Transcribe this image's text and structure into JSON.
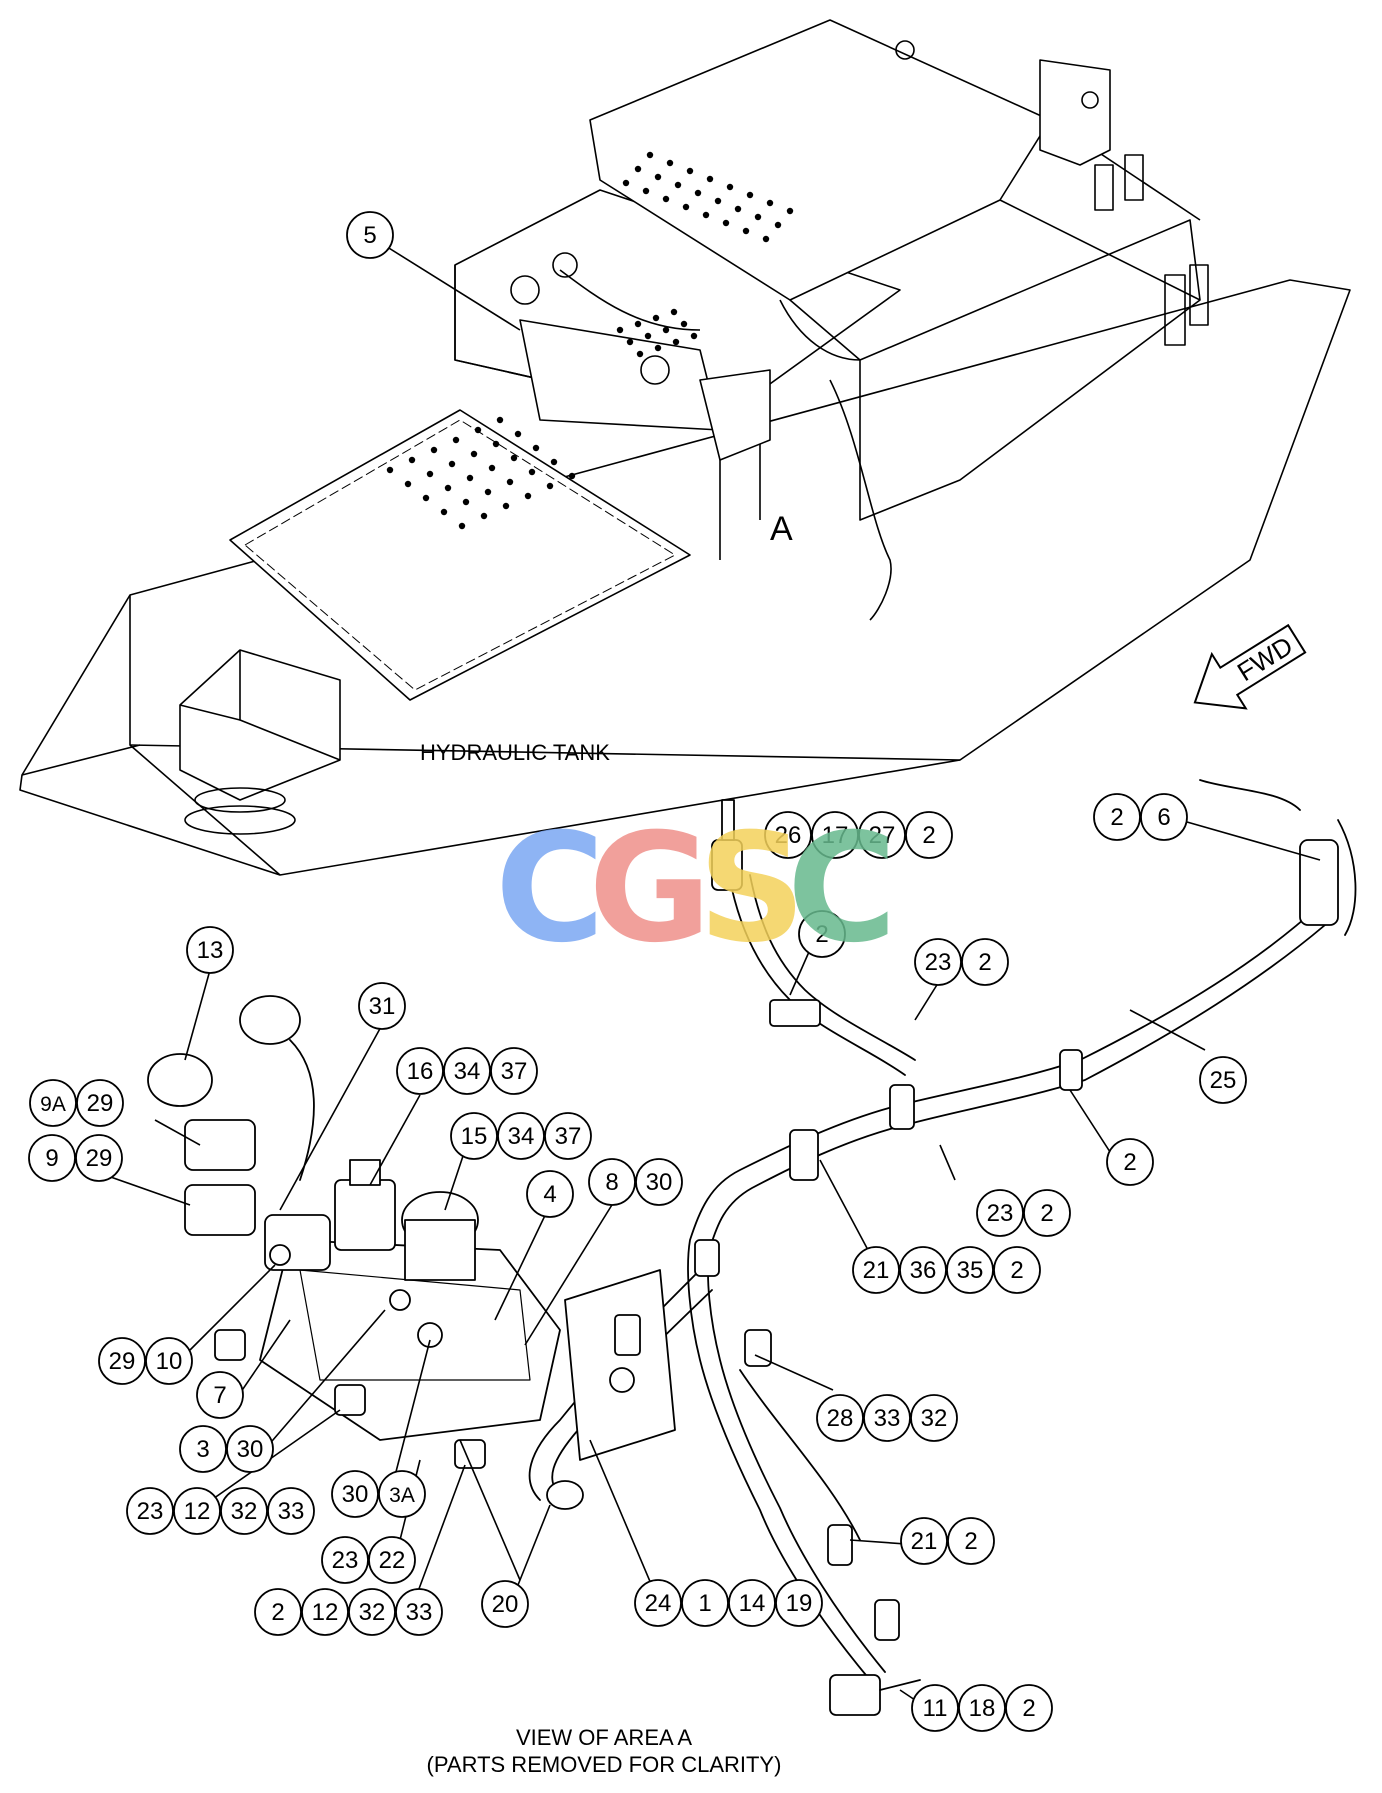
{
  "texts": {
    "tank_label": "HYDRAULIC TANK",
    "area_letter": "A",
    "fwd": "FWD",
    "view_title": "VIEW OF AREA A",
    "view_subtitle": "(PARTS REMOVED FOR CLARITY)"
  },
  "watermark": {
    "letters": [
      "C",
      "G",
      "S",
      "C"
    ],
    "colors": [
      "#7aa7f2",
      "#ef8f8a",
      "#f3d15b",
      "#66b88d"
    ]
  },
  "callout_groups": [
    {
      "id": "g5",
      "items": [
        "5"
      ]
    },
    {
      "id": "g26",
      "items": [
        "26",
        "17",
        "27",
        "2"
      ]
    },
    {
      "id": "g2-6",
      "items": [
        "2",
        "6"
      ]
    },
    {
      "id": "g2a",
      "items": [
        "2"
      ]
    },
    {
      "id": "g13",
      "items": [
        "13"
      ]
    },
    {
      "id": "g31",
      "items": [
        "31"
      ]
    },
    {
      "id": "g23a",
      "items": [
        "23",
        "2"
      ]
    },
    {
      "id": "g16",
      "items": [
        "16",
        "34",
        "37"
      ]
    },
    {
      "id": "g9a",
      "items": [
        "9A",
        "29"
      ]
    },
    {
      "id": "g25",
      "items": [
        "25"
      ]
    },
    {
      "id": "g15",
      "items": [
        "15",
        "34",
        "37"
      ]
    },
    {
      "id": "g2b",
      "items": [
        "2"
      ]
    },
    {
      "id": "g9",
      "items": [
        "9",
        "29"
      ]
    },
    {
      "id": "g8",
      "items": [
        "8",
        "30"
      ]
    },
    {
      "id": "g4",
      "items": [
        "4"
      ]
    },
    {
      "id": "g23b",
      "items": [
        "23",
        "2"
      ]
    },
    {
      "id": "g21a",
      "items": [
        "21",
        "36",
        "35",
        "2"
      ]
    },
    {
      "id": "g29",
      "items": [
        "29",
        "10"
      ]
    },
    {
      "id": "g7",
      "items": [
        "7"
      ]
    },
    {
      "id": "g28",
      "items": [
        "28",
        "33",
        "32"
      ]
    },
    {
      "id": "g3",
      "items": [
        "3",
        "30"
      ]
    },
    {
      "id": "g30",
      "items": [
        "30",
        "3A"
      ]
    },
    {
      "id": "g23c",
      "items": [
        "23",
        "12",
        "32",
        "33"
      ]
    },
    {
      "id": "g21b",
      "items": [
        "21",
        "2"
      ]
    },
    {
      "id": "g23d",
      "items": [
        "23",
        "22"
      ]
    },
    {
      "id": "g2c",
      "items": [
        "2",
        "12",
        "32",
        "33"
      ]
    },
    {
      "id": "g20",
      "items": [
        "20"
      ]
    },
    {
      "id": "g24",
      "items": [
        "24",
        "1",
        "14",
        "19"
      ]
    },
    {
      "id": "g11",
      "items": [
        "11",
        "18",
        "2"
      ]
    }
  ]
}
